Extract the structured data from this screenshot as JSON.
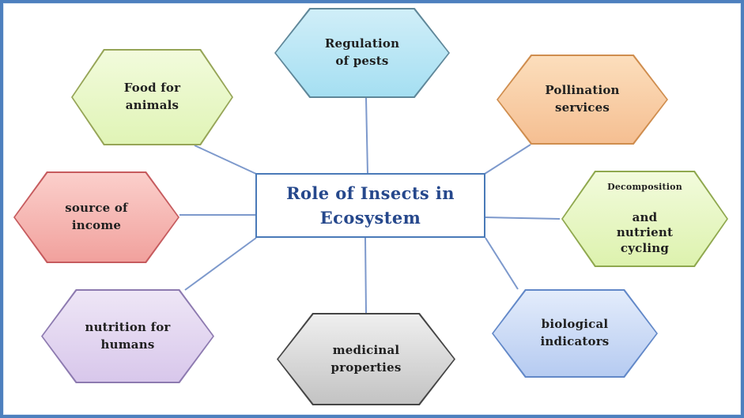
{
  "diagram": {
    "vars": {
      "frame_border": "#4d80be",
      "connector": "#7d99cc"
    },
    "center": {
      "label": "Role of  Insects in\nEcosystem",
      "colors": {
        "border": "#4a7ab8",
        "text": "#26488c",
        "background": "#ffffff"
      }
    },
    "nodes": [
      {
        "id": "regulation-of-pests",
        "label": "Regulation\nof  pests",
        "colors": {
          "border": "#5f8799",
          "fill_top": "#d0eef8",
          "fill_bottom": "#a5dff2"
        }
      },
      {
        "id": "food-for-animals",
        "label": "Food for\nanimals",
        "colors": {
          "border": "#96a557",
          "fill_top": "#f2fbdc",
          "fill_bottom": "#e0f4b6"
        }
      },
      {
        "id": "pollination-services",
        "label": "Pollination\nservices",
        "colors": {
          "border": "#cf8d4e",
          "fill_top": "#fcdebc",
          "fill_bottom": "#f5bf92"
        }
      },
      {
        "id": "source-of-income",
        "label": "source of\nincome",
        "colors": {
          "border": "#c65b5e",
          "fill_top": "#fbcfcb",
          "fill_bottom": "#f1a19d"
        }
      },
      {
        "id": "decomposition-nutrient-cycling",
        "label_small": "Decomposition",
        "label": "and\nnutrient\ncycling",
        "colors": {
          "border": "#8fa84e",
          "fill_top": "#f2fbdc",
          "fill_bottom": "#ddf2ae"
        }
      },
      {
        "id": "nutrition-for-humans",
        "label": "nutrition for\nhumans",
        "colors": {
          "border": "#8d7ab0",
          "fill_top": "#eee6f6",
          "fill_bottom": "#d8c7eb"
        }
      },
      {
        "id": "medicinal-properties",
        "label": "medicinal\nproperties",
        "colors": {
          "border": "#454545",
          "fill_top": "#efefef",
          "fill_bottom": "#c3c3c3"
        }
      },
      {
        "id": "biological-indicators",
        "label": "biological\nindicators",
        "colors": {
          "border": "#6288c8",
          "fill_top": "#e3ecfb",
          "fill_bottom": "#b6cbf1"
        }
      }
    ]
  }
}
